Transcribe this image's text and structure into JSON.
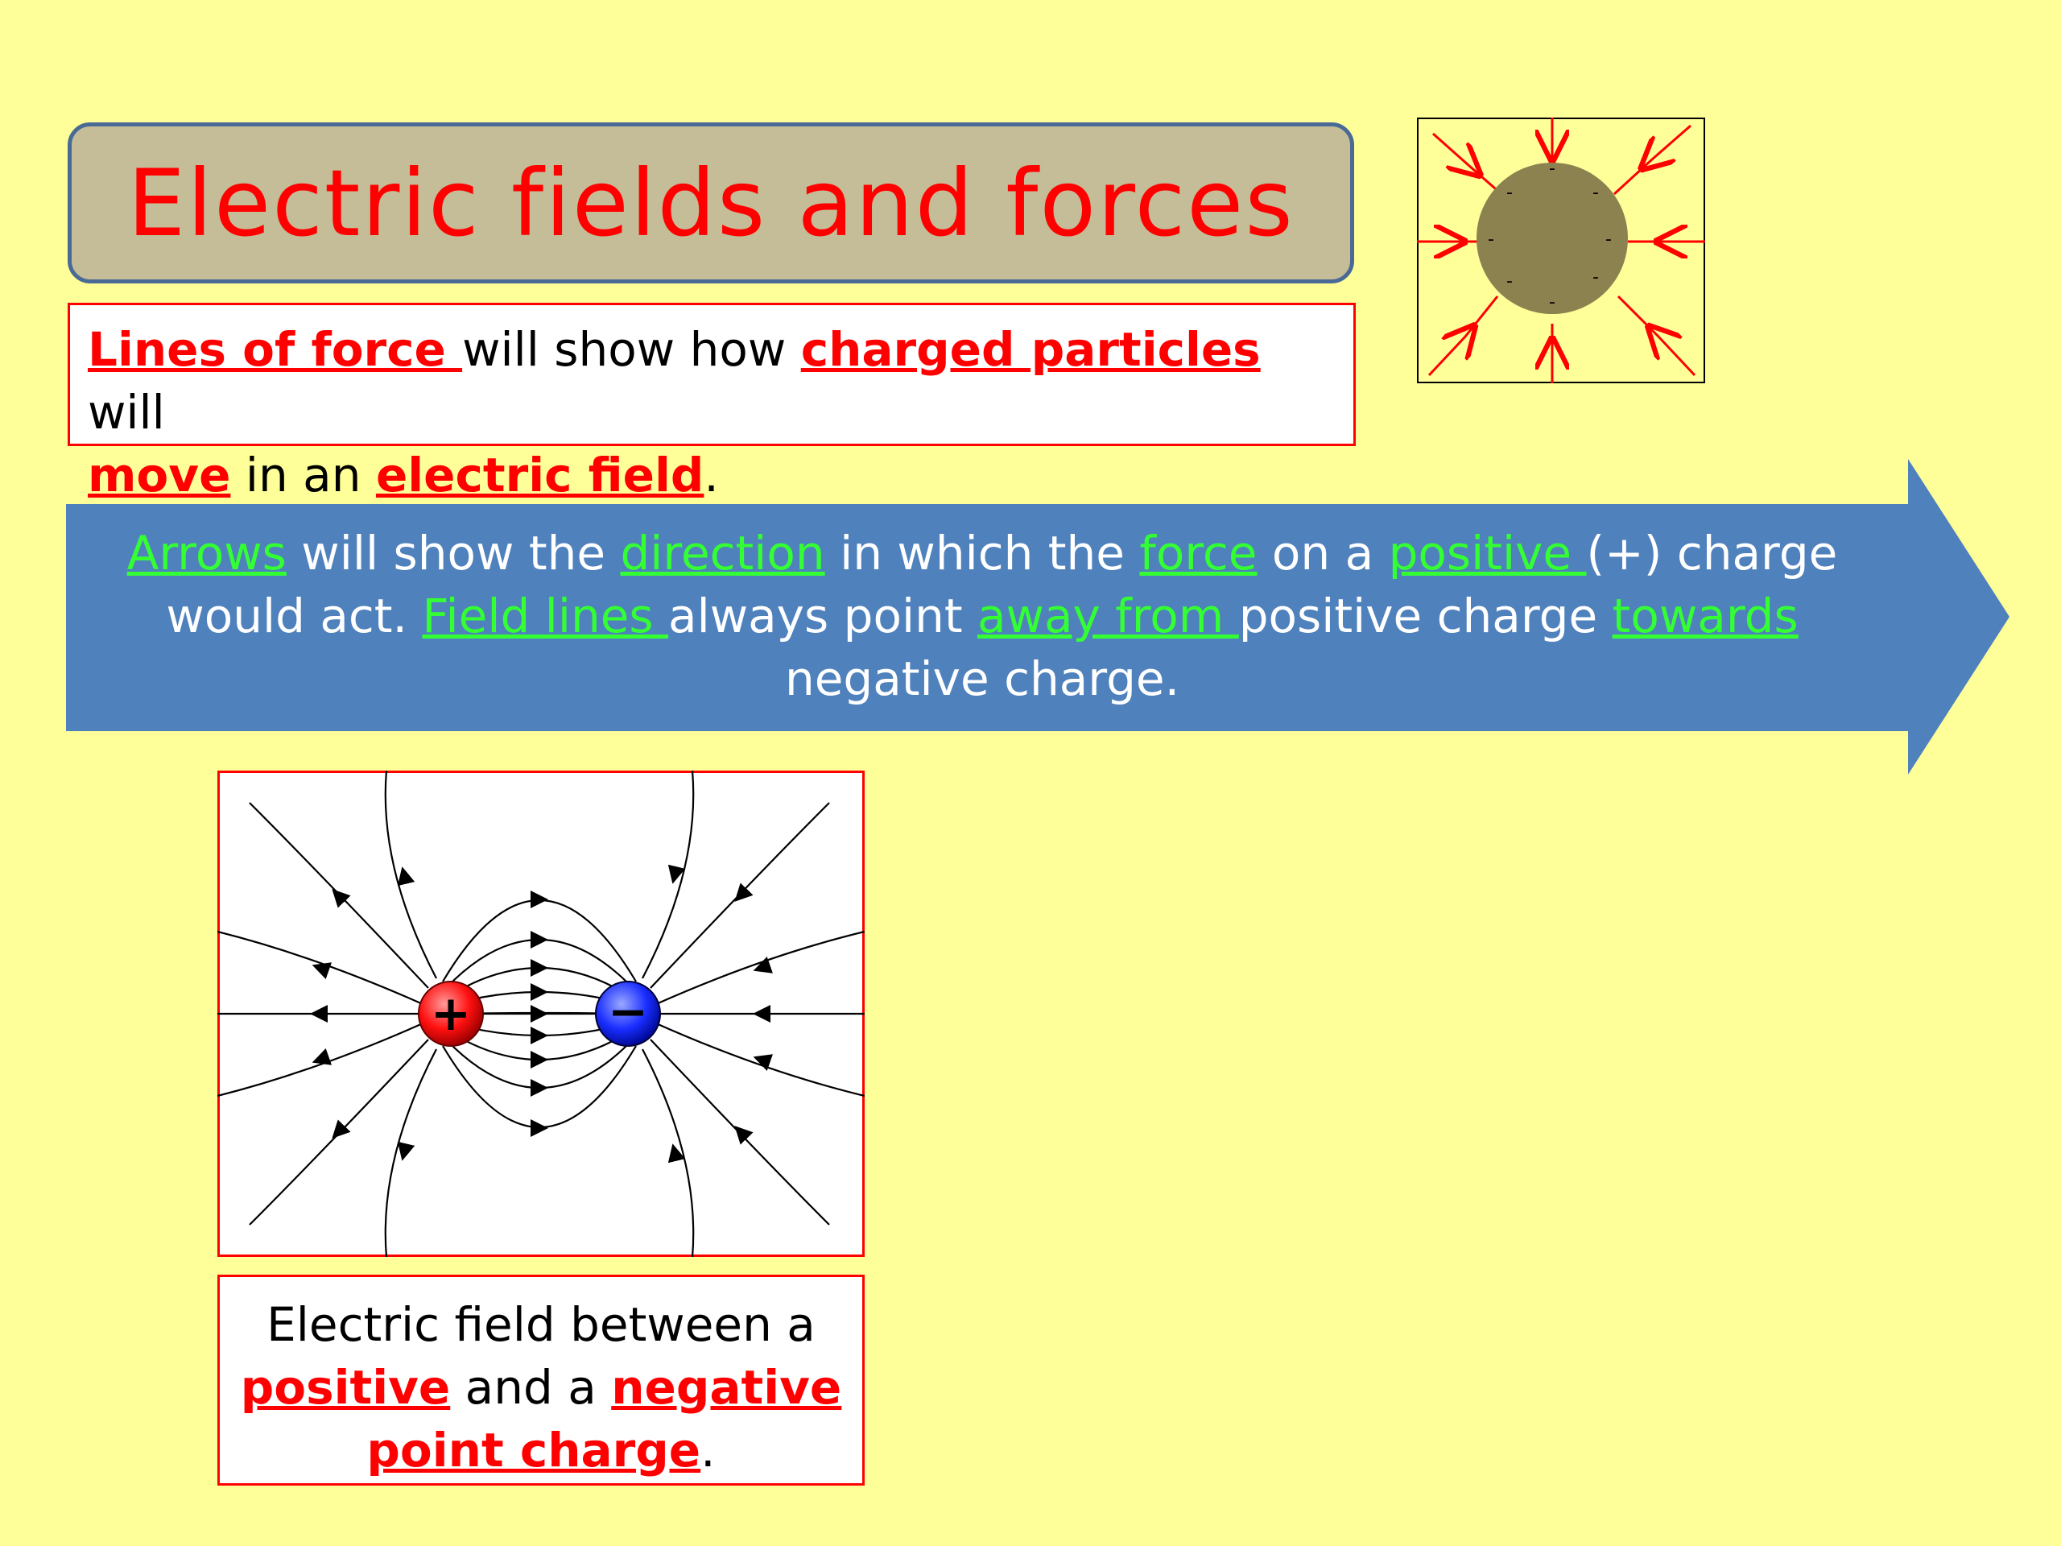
{
  "title": "Electric fields and forces",
  "intro": {
    "t1": "Lines of force ",
    "t2": "will show how ",
    "t3": "charged particles ",
    "t4": "will",
    "t5": "move",
    "t6": " in an ",
    "t7": "electric field",
    "t8": "."
  },
  "arrow": {
    "a1": "Arrows",
    "a2": " will show the ",
    "a3": "direction",
    "a4": " in which the ",
    "a5": "force",
    "a6": " on a ",
    "a7": "positive ",
    "a8": "(+) charge",
    "a9": "would act.  ",
    "a10": "Field lines ",
    "a11": "always point ",
    "a12": "away from ",
    "a13": "positive charge ",
    "a14": "towards",
    "a15": "negative charge."
  },
  "caption": {
    "c1": "Electric field between a",
    "c2": "positive",
    "c3": " and a ",
    "c4": "negative",
    "c5": "point charge",
    "c6": "."
  },
  "diagram_labels": {
    "positive_symbol": "+",
    "negative_symbol": "−",
    "sphere_charge": "-"
  },
  "colors": {
    "background": "#ffff99",
    "title_box": "#c4bd97",
    "title_text": "#ff0000",
    "highlight_red": "#ff0000",
    "highlight_green": "#33ff33",
    "arrow_fill": "#4f81bd",
    "positive_charge": "#ff0000",
    "negative_charge": "#2233ff",
    "sphere": "#8b8250"
  },
  "icons": [
    "electric-field-sphere-diagram",
    "dipole-field-diagram",
    "right-arrow-shape"
  ]
}
